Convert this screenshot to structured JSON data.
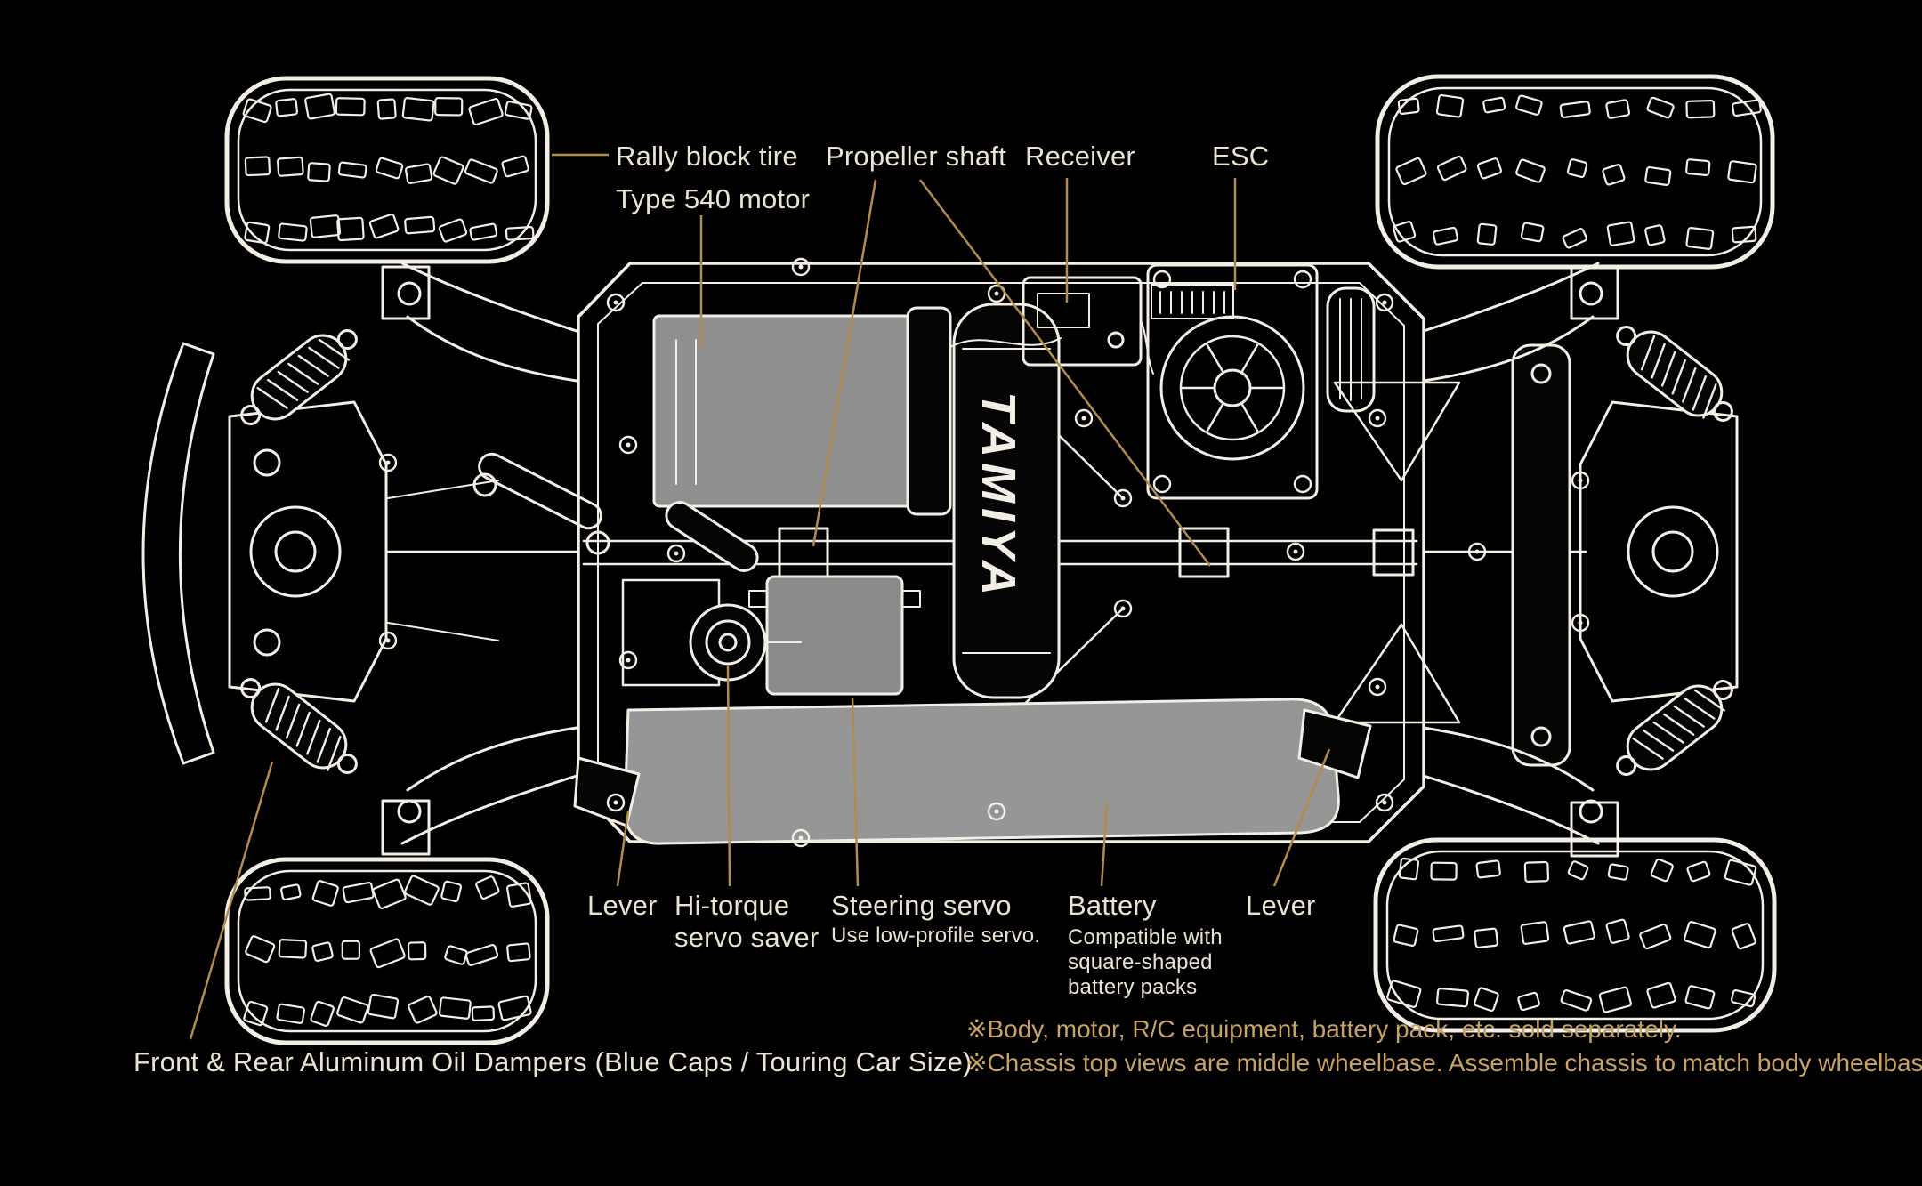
{
  "labels": {
    "rally_block_tire": "Rally block tire",
    "type_540_motor": "Type 540 motor",
    "propeller_shaft": "Propeller shaft",
    "receiver": "Receiver",
    "esc": "ESC",
    "lever_left": "Lever",
    "hi_torque_line1": "Hi-torque",
    "hi_torque_line2": "servo saver",
    "steering_servo": "Steering servo",
    "steering_servo_note": "Use low-profile servo.",
    "battery": "Battery",
    "battery_note_1": "Compatible with",
    "battery_note_2": "square-shaped",
    "battery_note_3": "battery packs",
    "lever_right": "Lever",
    "dampers_note": "Front & Rear Aluminum Oil Dampers (Blue Caps / Touring Car Size)"
  },
  "footnotes": [
    "※Body, motor, R/C equipment, battery pack, etc. sold separately.",
    "※Chassis top views are middle wheelbase. Assemble chassis to match body wheelbase."
  ],
  "brand": {
    "mark": "TAMIYA"
  },
  "colors": {
    "background": "#000000",
    "line_art": "#f2eee6",
    "label_text": "#eae3d2",
    "annotation_gold": "#b08d4e",
    "footnote_text": "#c7a265",
    "component_gray": "#8f8f8f"
  }
}
